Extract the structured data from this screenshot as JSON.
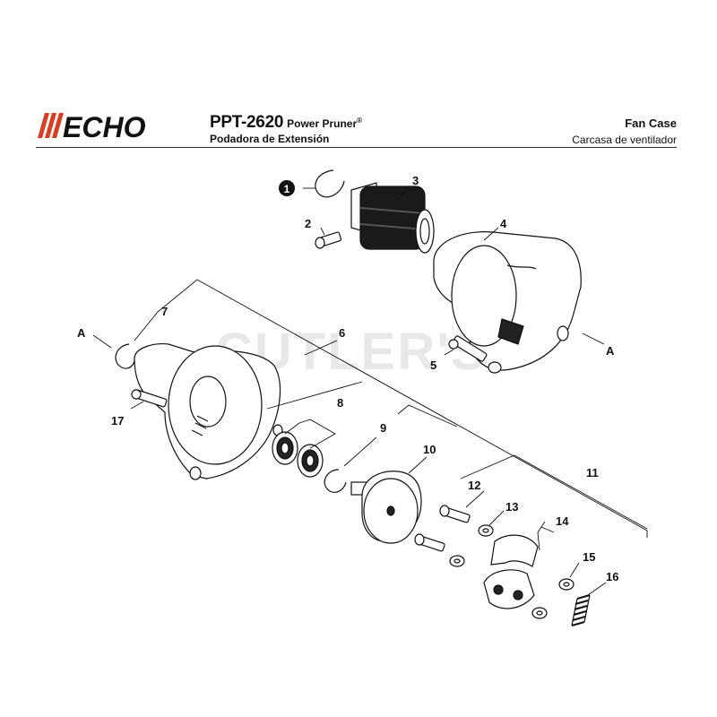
{
  "header": {
    "brand": "ECHO",
    "model": "PPT-2620",
    "model_desc": "Power Pruner",
    "model_desc_mark": "®",
    "model_es": "Podadora de Extensión",
    "section_title": "Fan Case",
    "section_es": "Carcasa de ventilador"
  },
  "watermark": "CUTLER'S",
  "callouts": {
    "c1": "1",
    "c2": "2",
    "c3": "3",
    "c4": "4",
    "c5": "5",
    "c6": "6",
    "c7": "7",
    "c8": "8",
    "c9": "9",
    "c10": "10",
    "c11": "11",
    "c12": "12",
    "c13": "13",
    "c14": "14",
    "c15": "15",
    "c16": "16",
    "c17": "17"
  },
  "reference_marks": {
    "left": "A",
    "right": "A"
  },
  "colors": {
    "brand": "#e03a1e",
    "ink": "#111111",
    "watermark": "#e8e8e8"
  }
}
